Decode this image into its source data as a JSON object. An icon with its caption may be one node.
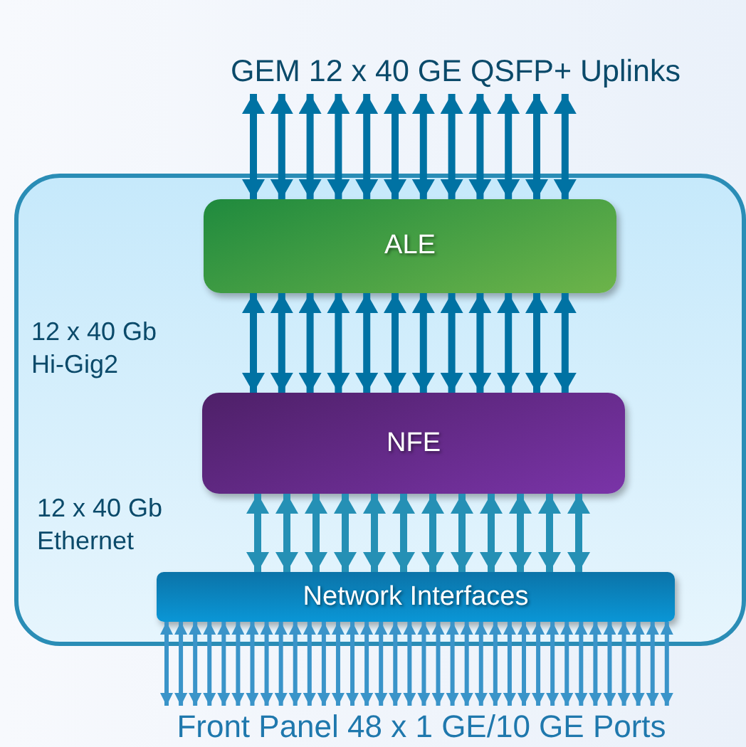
{
  "diagram": {
    "nodes": [
      {
        "text": [],
        "shape": "box"
      },
      {
        "text": [
          "ALE"
        ],
        "in": 0
      },
      {
        "text": [
          "NFE"
        ],
        "in": 0
      },
      {
        "text": [
          "Network Interfaces"
        ],
        "in": 0
      },
      {
        "text": [
          "GEM 12 x 40 GE QSFP+ Uplinks"
        ]
      },
      {
        "text": [
          "Front Panel 48 x 1 GE/10 GE Ports"
        ]
      }
    ],
    "edges": [
      {
        "from": 1,
        "to": 4,
        "arrow": "both",
        "color": "#0072a3"
      },
      {
        "from": 1,
        "to": 4,
        "arrow": "both",
        "color": "#0072a3"
      },
      {
        "from": 1,
        "to": 4,
        "arrow": "both",
        "color": "#0072a3"
      },
      {
        "from": 1,
        "to": 4,
        "arrow": "both",
        "color": "#0072a3"
      },
      {
        "from": 1,
        "to": 4,
        "arrow": "both",
        "color": "#0072a3"
      },
      {
        "from": 1,
        "to": 4,
        "arrow": "both",
        "color": "#0072a3"
      },
      {
        "from": 1,
        "to": 4,
        "arrow": "both",
        "color": "#0072a3"
      },
      {
        "from": 1,
        "to": 4,
        "arrow": "both",
        "color": "#0072a3"
      },
      {
        "from": 1,
        "to": 4,
        "arrow": "both",
        "color": "#0072a3"
      },
      {
        "from": 1,
        "to": 4,
        "arrow": "both",
        "color": "#0072a3"
      },
      {
        "from": 1,
        "to": 4,
        "arrow": "both",
        "color": "#0072a3"
      },
      {
        "from": 1,
        "to": 4,
        "arrow": "both",
        "color": "#0072a3"
      },
      {
        "from": 1,
        "to": 2,
        "arrow": "both",
        "color": "#0072a3"
      },
      {
        "from": 1,
        "to": 2,
        "arrow": "both",
        "color": "#0072a3"
      },
      {
        "from": 1,
        "to": 2,
        "arrow": "both",
        "color": "#0072a3"
      },
      {
        "from": 1,
        "to": 2,
        "arrow": "both",
        "color": "#0072a3"
      },
      {
        "from": 1,
        "to": 2,
        "arrow": "both",
        "color": "#0072a3"
      },
      {
        "from": 1,
        "to": 2,
        "arrow": "both",
        "color": "#0072a3"
      },
      {
        "from": 1,
        "to": 2,
        "arrow": "both",
        "color": "#0072a3"
      },
      {
        "from": 1,
        "to": 2,
        "arrow": "both",
        "color": "#0072a3"
      },
      {
        "from": 1,
        "to": 2,
        "arrow": "both",
        "color": "#0072a3"
      },
      {
        "from": 1,
        "to": 2,
        "arrow": "both",
        "color": "#0072a3"
      },
      {
        "from": 1,
        "to": 2,
        "arrow": "both",
        "color": "#0072a3"
      },
      {
        "from": 1,
        "to": 2,
        "arrow": "both",
        "color": "#0072a3"
      },
      {
        "from": 2,
        "to": 3,
        "arrow": "both",
        "color": "#2590b5"
      },
      {
        "from": 2,
        "to": 3,
        "arrow": "both",
        "color": "#2590b5"
      },
      {
        "from": 2,
        "to": 3,
        "arrow": "both",
        "color": "#2590b5"
      },
      {
        "from": 2,
        "to": 3,
        "arrow": "both",
        "color": "#2590b5"
      },
      {
        "from": 2,
        "to": 3,
        "arrow": "both",
        "color": "#2590b5"
      },
      {
        "from": 2,
        "to": 3,
        "arrow": "both",
        "color": "#2590b5"
      },
      {
        "from": 2,
        "to": 3,
        "arrow": "both",
        "color": "#2590b5"
      },
      {
        "from": 2,
        "to": 3,
        "arrow": "both",
        "color": "#2590b5"
      },
      {
        "from": 2,
        "to": 3,
        "arrow": "both",
        "color": "#2590b5"
      },
      {
        "from": 2,
        "to": 3,
        "arrow": "both",
        "color": "#2590b5"
      },
      {
        "from": 2,
        "to": 3,
        "arrow": "both",
        "color": "#2590b5"
      },
      {
        "from": 2,
        "to": 3,
        "arrow": "both",
        "color": "#2590b5"
      },
      {
        "from": 3,
        "to": 5,
        "arrow": "both"
      },
      {
        "from": 3,
        "to": 5,
        "arrow": "both"
      },
      {
        "from": 3,
        "to": 5,
        "arrow": "both"
      },
      {
        "from": 3,
        "to": 5,
        "arrow": "both"
      },
      {
        "from": 3,
        "to": 5,
        "arrow": "both"
      },
      {
        "from": 3,
        "to": 5,
        "arrow": "both"
      },
      {
        "from": 3,
        "to": 5,
        "arrow": "both"
      },
      {
        "from": 3,
        "to": 5,
        "arrow": "both"
      },
      {
        "from": 3,
        "to": 5,
        "arrow": "both"
      },
      {
        "from": 3,
        "to": 5,
        "arrow": "both"
      },
      {
        "from": 3,
        "to": 5,
        "arrow": "both"
      },
      {
        "from": 3,
        "to": 5,
        "arrow": "both"
      },
      {
        "from": 3,
        "to": 5,
        "arrow": "both"
      },
      {
        "from": 3,
        "to": 5,
        "arrow": "both"
      },
      {
        "from": 3,
        "to": 5,
        "arrow": "both"
      },
      {
        "from": 3,
        "to": 5,
        "arrow": "both"
      },
      {
        "from": 3,
        "to": 5,
        "arrow": "both"
      },
      {
        "from": 3,
        "to": 5,
        "arrow": "both"
      },
      {
        "from": 3,
        "to": 5,
        "arrow": "both"
      },
      {
        "from": 3,
        "to": 5,
        "arrow": "both"
      },
      {
        "from": 3,
        "to": 5,
        "arrow": "both"
      },
      {
        "from": 3,
        "to": 5,
        "arrow": "both"
      },
      {
        "from": 3,
        "to": 5,
        "arrow": "both"
      },
      {
        "from": 3,
        "to": 5,
        "arrow": "both"
      },
      {
        "from": 3,
        "to": 5,
        "arrow": "both"
      },
      {
        "from": 3,
        "to": 5,
        "arrow": "both"
      },
      {
        "from": 3,
        "to": 5,
        "arrow": "both"
      },
      {
        "from": 3,
        "to": 5,
        "arrow": "both"
      },
      {
        "from": 3,
        "to": 5,
        "arrow": "both"
      },
      {
        "from": 3,
        "to": 5,
        "arrow": "both"
      },
      {
        "from": 3,
        "to": 5,
        "arrow": "both"
      },
      {
        "from": 3,
        "to": 5,
        "arrow": "both"
      },
      {
        "from": 3,
        "to": 5,
        "arrow": "both"
      },
      {
        "from": 3,
        "to": 5,
        "arrow": "both"
      },
      {
        "from": 3,
        "to": 5,
        "arrow": "both"
      },
      {
        "from": 3,
        "to": 5,
        "arrow": "both"
      }
    ],
    "labels": [
      "12 x 40 Gb Hi-Gig2",
      "12 x 40 Gb Ethernet"
    ]
  }
}
